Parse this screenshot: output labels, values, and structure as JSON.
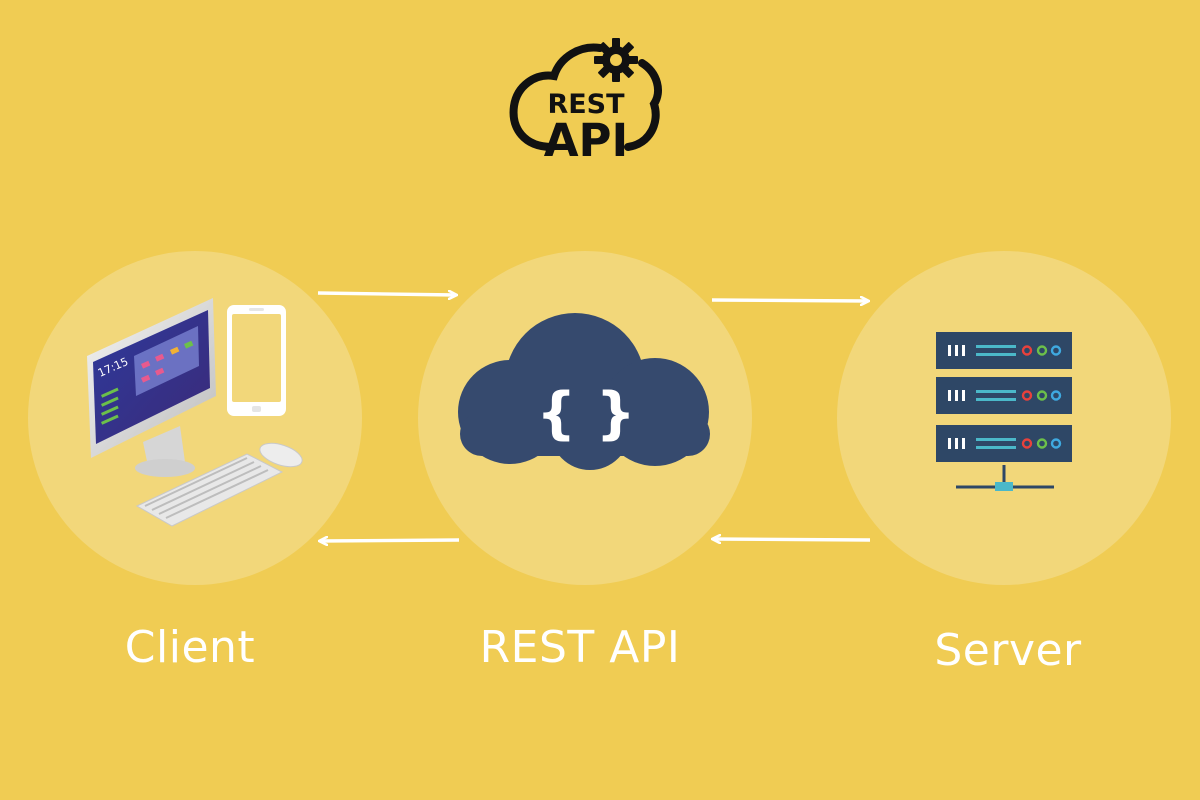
{
  "colors": {
    "background": "#F0CC53",
    "node_circle": "#F2D77A",
    "arrow": "#FFFFFF",
    "logo_ink": "#111111",
    "cloud_navy": "#364A6E",
    "server_navy": "#2E4766",
    "server_teal": "#4BB8C9",
    "led_red": "#E8413C",
    "led_green": "#6CC04A",
    "led_blue": "#3FA9E0"
  },
  "logo": {
    "line1": "REST",
    "line2": "API",
    "icon": "cloud-gear-icon"
  },
  "nodes": [
    {
      "id": "client",
      "label": "Client",
      "icon": "desktop-computer-icon"
    },
    {
      "id": "rest_api",
      "label": "REST API",
      "icon": "cloud-code-braces-icon"
    },
    {
      "id": "server",
      "label": "Server",
      "icon": "server-rack-icon"
    }
  ],
  "code_glyph": "{ }",
  "client_screen_time": "17:15",
  "edges": [
    {
      "from": "client",
      "to": "rest_api",
      "direction": "right"
    },
    {
      "from": "rest_api",
      "to": "server",
      "direction": "right"
    },
    {
      "from": "server",
      "to": "rest_api",
      "direction": "left"
    },
    {
      "from": "rest_api",
      "to": "client",
      "direction": "left"
    }
  ]
}
